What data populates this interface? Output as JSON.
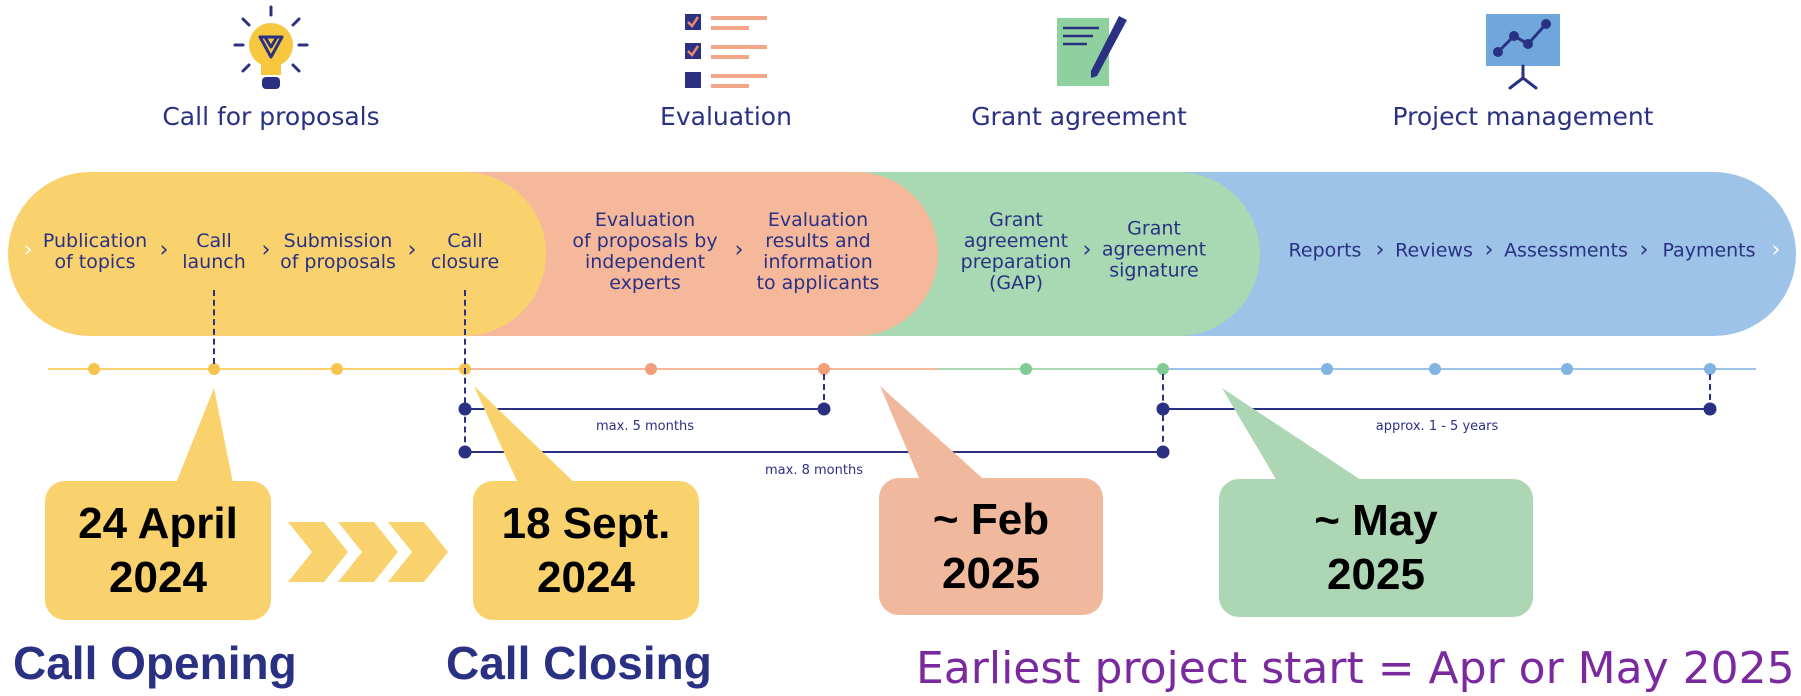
{
  "phases": [
    {
      "title": "Call for proposals",
      "icon": "lightbulb-icon"
    },
    {
      "title": "Evaluation",
      "icon": "checklist-icon"
    },
    {
      "title": "Grant agreement",
      "icon": "signing-document-icon"
    },
    {
      "title": "Project management",
      "icon": "presentation-chart-icon"
    }
  ],
  "steps": [
    "Publication\nof topics",
    "Call\nlaunch",
    "Submission\nof proposals",
    "Call\nclosure",
    "Evaluation\nof proposals by\nindependent\nexperts",
    "Evaluation\nresults and\ninformation\nto applicants",
    "Grant\nagreement\npreparation\n(GAP)",
    "Grant\nagreement\nsignature",
    "Reports",
    "Reviews",
    "Assessments",
    "Payments"
  ],
  "durations": {
    "evaluation": "max. 5 months",
    "time_to_grant": "max. 8 months",
    "project": "approx. 1 - 5 years"
  },
  "callouts": [
    {
      "line1": "24 April",
      "line2": "2024"
    },
    {
      "line1": "18 Sept.",
      "line2": "2024"
    },
    {
      "line1": "~ Feb",
      "line2": "2025"
    },
    {
      "line1": "~ May",
      "line2": "2025"
    }
  ],
  "milestones": {
    "opening": "Call Opening",
    "closing": "Call Closing"
  },
  "note": "Earliest project start = Apr or May 2025",
  "colors": {
    "call": "#f9d26e",
    "evaluation": "#f5b89b",
    "grant": "#a8d9b3",
    "management": "#9dc3e8",
    "navy": "#2a3183",
    "purple": "#7a2a9e",
    "callout_yellow": "#f9d26e",
    "callout_salmon": "#f0b89c",
    "callout_green": "#acd6b4"
  }
}
